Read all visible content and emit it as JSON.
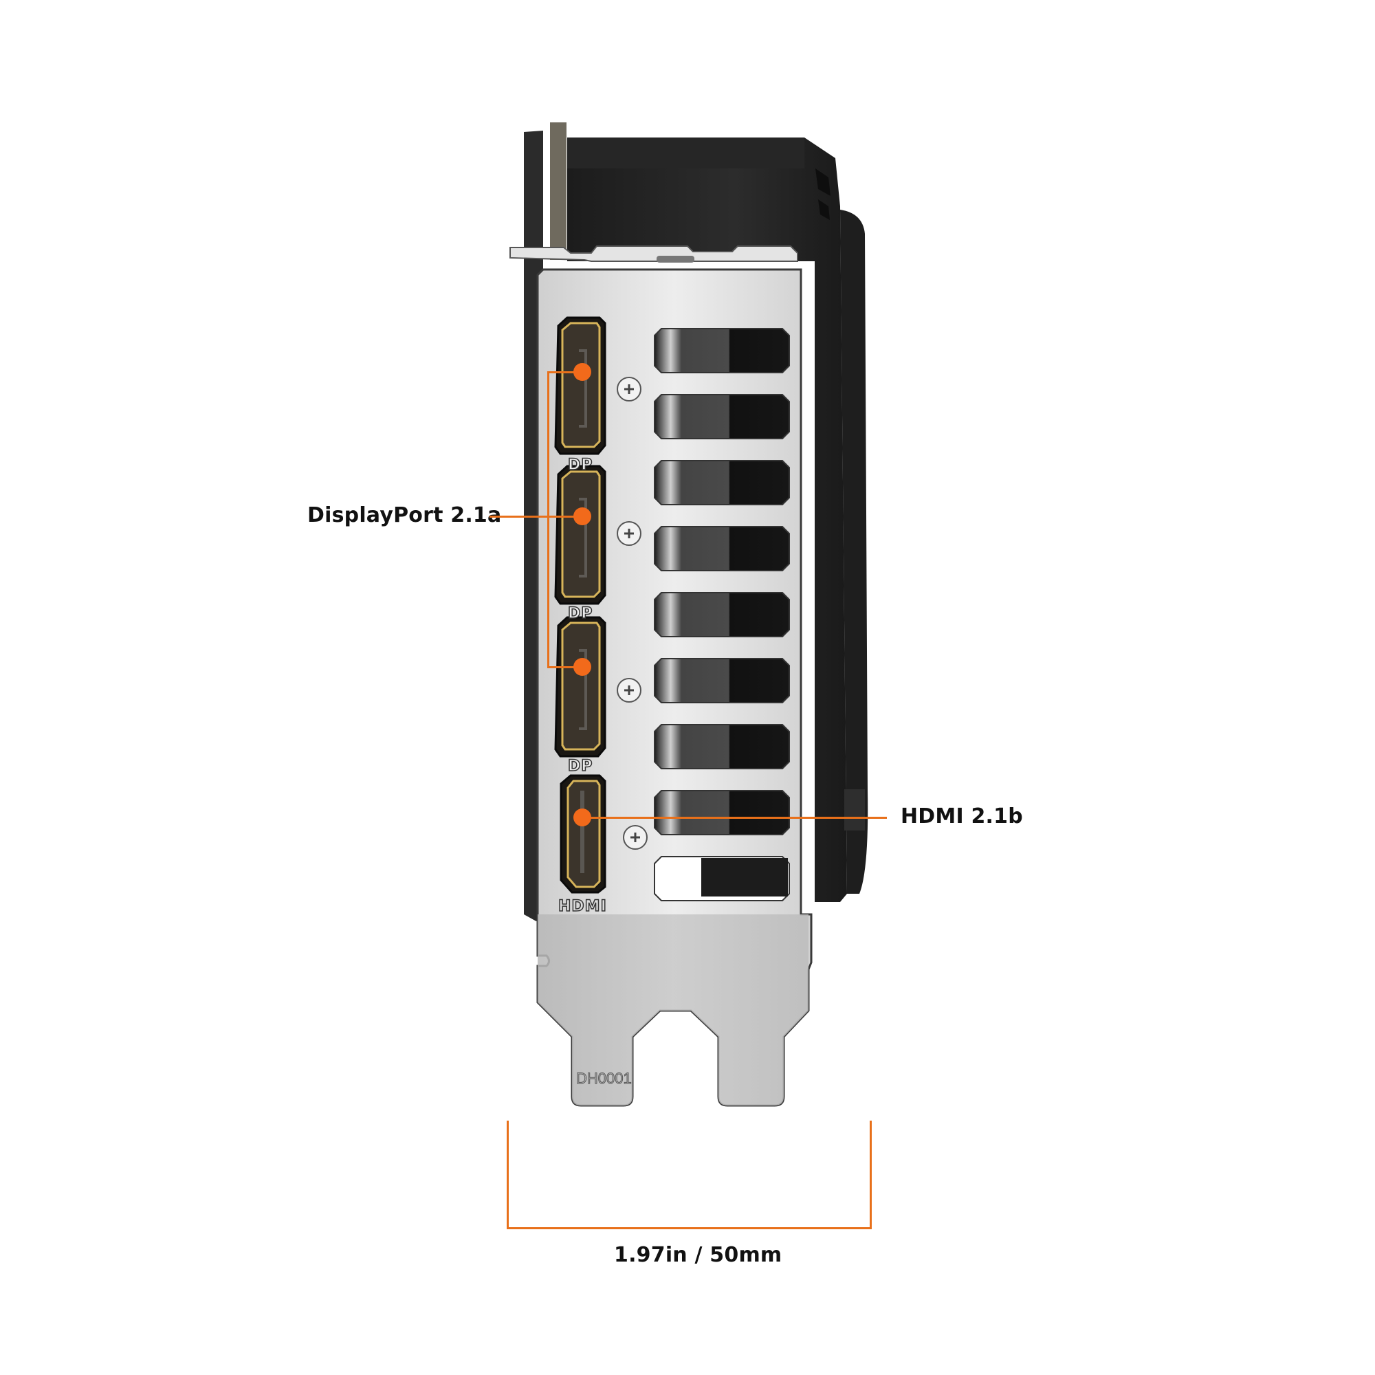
{
  "product": {
    "view": "rear I/O bracket",
    "bracket_stamp": "DH0001"
  },
  "port_markings": {
    "dp": "DP",
    "hdmi": "HDMI"
  },
  "callouts": {
    "displayport": {
      "label": "DisplayPort 2.1a",
      "count": 3
    },
    "hdmi": {
      "label": "HDMI 2.1b",
      "count": 1
    }
  },
  "dimension": {
    "label": "1.97in / 50mm"
  },
  "colors": {
    "accent": "#f26a1b",
    "line": "#e8701a",
    "bracket_metal": "#d9d9d9",
    "shroud": "#2a2a2a",
    "text": "#111111"
  }
}
